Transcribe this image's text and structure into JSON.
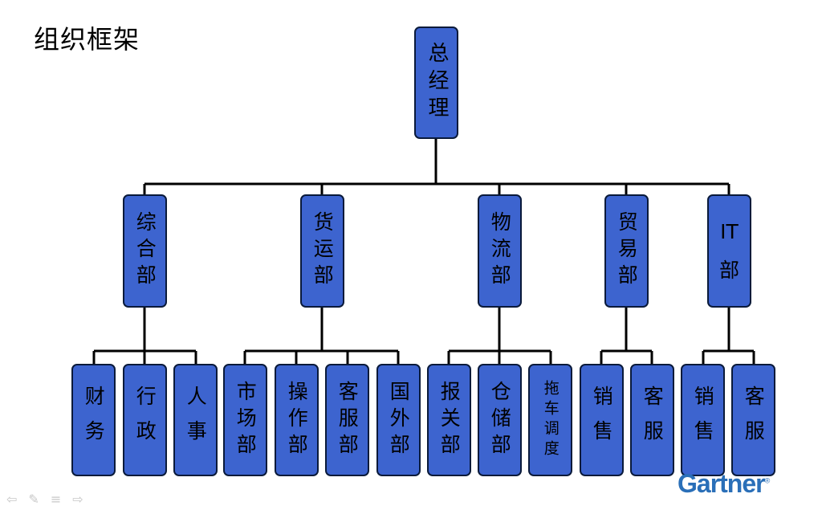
{
  "title": "组织框架",
  "chart": {
    "root": "总经理",
    "departments": [
      {
        "name": "综合部",
        "children": [
          {
            "name": "财务",
            "lines": [
              "财",
              "务"
            ]
          },
          {
            "name": "行政",
            "lines": [
              "行",
              "政"
            ]
          },
          {
            "name": "人事",
            "lines": [
              "人",
              "事"
            ]
          }
        ]
      },
      {
        "name": "货运部",
        "children": [
          {
            "name": "市场部"
          },
          {
            "name": "操作部"
          },
          {
            "name": "客服部"
          },
          {
            "name": "国外部"
          }
        ]
      },
      {
        "name": "物流部",
        "children": [
          {
            "name": "报关部"
          },
          {
            "name": "仓储部"
          },
          {
            "name": "拖车调度"
          }
        ]
      },
      {
        "name": "贸易部",
        "children": [
          {
            "name": "销售"
          },
          {
            "name": "客服"
          }
        ]
      },
      {
        "name": "IT部",
        "lines": [
          "IT",
          "部"
        ],
        "children": [
          {
            "name": "销售"
          },
          {
            "name": "客服"
          }
        ]
      }
    ]
  },
  "logo": {
    "text": "Gartner",
    "mark": "®"
  },
  "colors": {
    "box": "#3d64cf",
    "border": "#0a1a3a",
    "line": "#000000",
    "logo": "#2a6fb8"
  },
  "icons": [
    "prev-arrow-icon",
    "pen-icon",
    "menu-icon",
    "next-arrow-icon"
  ]
}
